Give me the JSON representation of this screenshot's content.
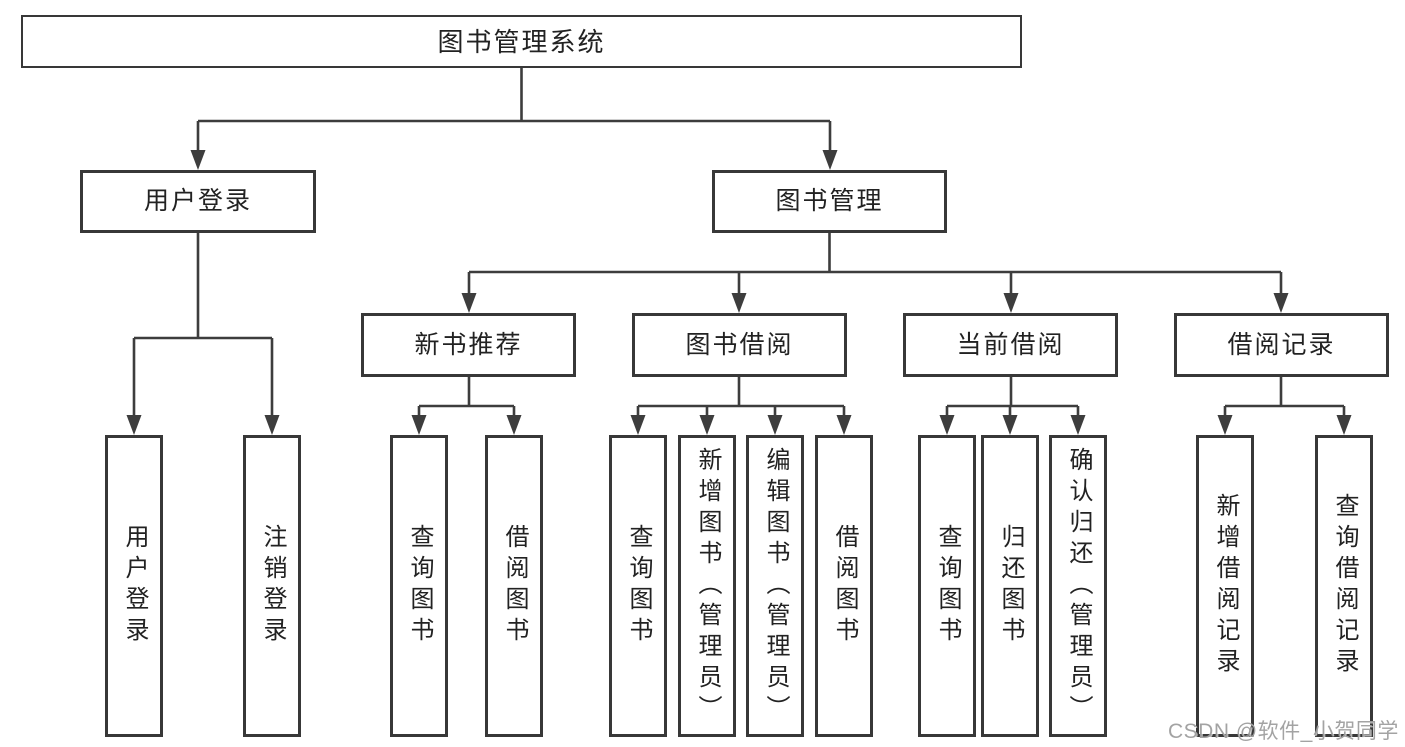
{
  "diagram": {
    "type": "hierarchy-tree",
    "colors": {
      "line": "#3d3d3d",
      "box_border": "#383838",
      "box_fill": "#ffffff",
      "text": "#222222",
      "watermark_text_color": "#9e9e9e"
    },
    "root": {
      "label": "图书管理系统"
    },
    "level2": [
      {
        "label": "用户登录",
        "parent": "图书管理系统"
      },
      {
        "label": "图书管理",
        "parent": "图书管理系统"
      }
    ],
    "level3": [
      {
        "label": "新书推荐",
        "parent": "图书管理"
      },
      {
        "label": "图书借阅",
        "parent": "图书管理"
      },
      {
        "label": "当前借阅",
        "parent": "图书管理"
      },
      {
        "label": "借阅记录",
        "parent": "图书管理"
      }
    ],
    "leaves": [
      {
        "label": "用户登录",
        "parent": "用户登录"
      },
      {
        "label": "注销登录",
        "parent": "用户登录"
      },
      {
        "label": "查询图书",
        "parent": "新书推荐"
      },
      {
        "label": "借阅图书",
        "parent": "新书推荐"
      },
      {
        "label": "查询图书",
        "parent": "图书借阅"
      },
      {
        "label": "新增图书（管理员）",
        "parent": "图书借阅"
      },
      {
        "label": "编辑图书（管理员）",
        "parent": "图书借阅"
      },
      {
        "label": "借阅图书",
        "parent": "图书借阅"
      },
      {
        "label": "查询图书",
        "parent": "当前借阅"
      },
      {
        "label": "归还图书",
        "parent": "当前借阅"
      },
      {
        "label": "确认归还（管理员）",
        "parent": "当前借阅"
      },
      {
        "label": "新增借阅记录",
        "parent": "借阅记录"
      },
      {
        "label": "查询借阅记录",
        "parent": "借阅记录"
      }
    ]
  },
  "watermark": "CSDN @软件_小贺同学"
}
